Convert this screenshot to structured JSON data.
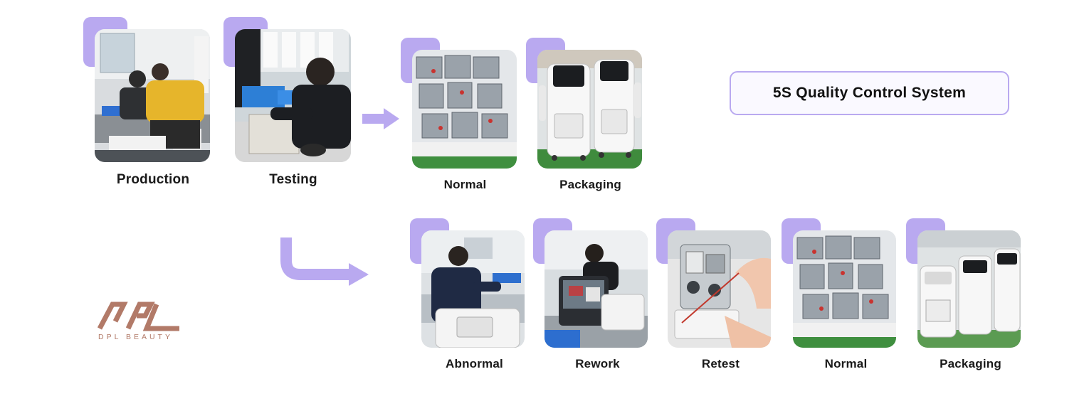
{
  "title": "5S Quality Control System",
  "brand": {
    "name": "DPL BEAUTY",
    "color": "#b27a68"
  },
  "colors": {
    "accent": "#b9a9f0",
    "arrow": "#b9a9f0"
  },
  "steps": {
    "production": {
      "label": "Production",
      "scene": "assembly-workers"
    },
    "testing": {
      "label": "Testing",
      "scene": "technician-testing"
    },
    "normal_top": {
      "label": "Normal",
      "scene": "assembled-units"
    },
    "packaging_top": {
      "label": "Packaging",
      "scene": "finished-machines"
    },
    "abnormal": {
      "label": "Abnormal",
      "scene": "technician-inspecting"
    },
    "rework": {
      "label": "Rework",
      "scene": "technician-repairing"
    },
    "retest": {
      "label": "Retest",
      "scene": "hand-testing-module"
    },
    "normal_bottom": {
      "label": "Normal",
      "scene": "assembled-units"
    },
    "packaging_bottom": {
      "label": "Packaging",
      "scene": "finished-machines"
    }
  }
}
